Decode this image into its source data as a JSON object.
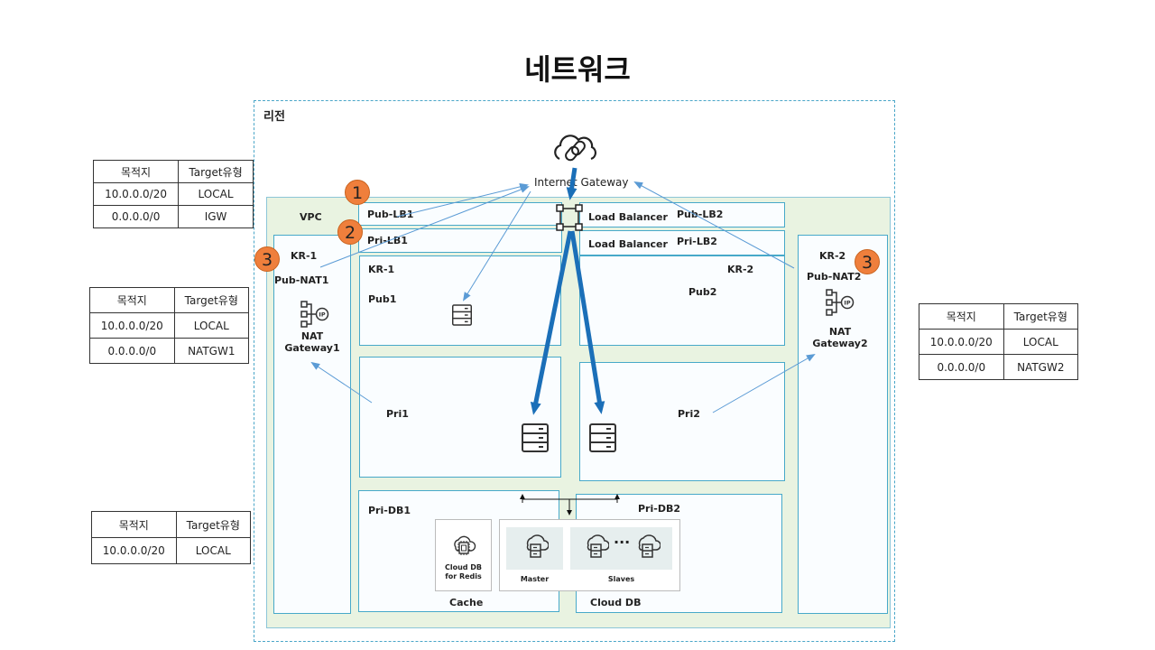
{
  "title": "네트워크",
  "region_label": "리전",
  "vpc_label": "VPC",
  "internet_gateway_label": "Internet Gateway",
  "load_balancer": {
    "pub_label": "Load Balancer",
    "pri_label": "Load Balancer"
  },
  "subnets": {
    "pub_lb1": "Pub-LB1",
    "pri_lb1": "Pri-LB1",
    "pub_lb2": "Pub-LB2",
    "pri_lb2": "Pri-LB2",
    "kr1_left": "KR-1",
    "pub_nat1": "Pub-NAT1",
    "kr1_center": "KR-1",
    "pub1": "Pub1",
    "kr2_center": "KR-2",
    "pub2": "Pub2",
    "kr2_right": "KR-2",
    "pub_nat2": "Pub-NAT2",
    "pri1": "Pri1",
    "pri2": "Pri2",
    "pri_db1": "Pri-DB1",
    "pri_db2": "Pri-DB2"
  },
  "nat": {
    "gw1_line1": "NAT",
    "gw1_line2": "Gateway1",
    "gw2_line1": "NAT",
    "gw2_line2": "Gateway2"
  },
  "db": {
    "redis_line1": "Cloud DB",
    "redis_line2": "for Redis",
    "cache_label": "Cache",
    "master_label": "Master",
    "slaves_label": "Slaves",
    "cloud_db_label": "Cloud DB",
    "ellipsis": "···"
  },
  "badges": [
    "1",
    "2",
    "3",
    "3"
  ],
  "route_tables": [
    {
      "header": [
        "목적지",
        "Target유형"
      ],
      "rows": [
        [
          "10.0.0.0/20",
          "LOCAL"
        ],
        [
          "0.0.0.0/0",
          "IGW"
        ]
      ]
    },
    {
      "header": [
        "목적지",
        "Target유형"
      ],
      "rows": [
        [
          "10.0.0.0/20",
          "LOCAL"
        ],
        [
          "0.0.0.0/0",
          "NATGW1"
        ]
      ]
    },
    {
      "header": [
        "목적지",
        "Target유형"
      ],
      "rows": [
        [
          "10.0.0.0/20",
          "LOCAL"
        ],
        [
          "0.0.0.0/0",
          "NATGW2"
        ]
      ]
    },
    {
      "header": [
        "목적지",
        "Target유형"
      ],
      "rows": [
        [
          "10.0.0.0/20",
          "LOCAL"
        ]
      ]
    }
  ],
  "colors": {
    "flow_arrow": "#1b6fb8",
    "thin_arrow": "#5b9bd5",
    "subnet_border": "#47a9c9",
    "vpc_fill": "#e9f3e1",
    "badge": "#ef7f3c"
  },
  "icons": [
    "cloud-link-icon",
    "load-balancer-icon",
    "server-icon",
    "nat-gateway-icon",
    "redis-chip-icon",
    "db-cloud-icon"
  ]
}
